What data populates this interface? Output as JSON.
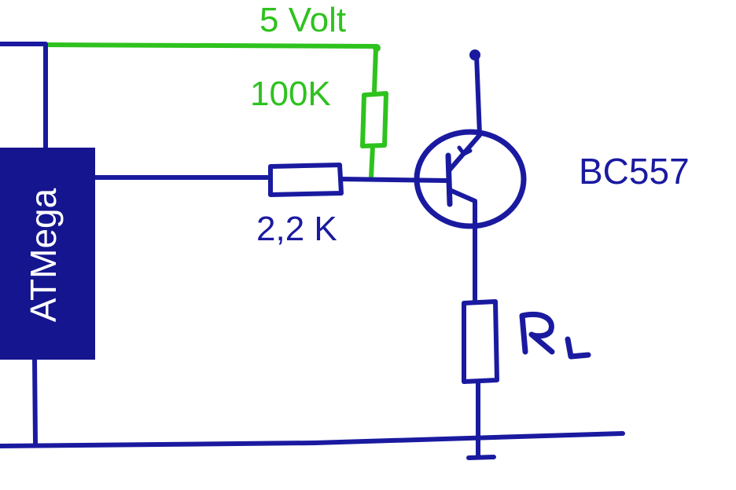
{
  "colors": {
    "navy": "#1a1aa0",
    "green": "#2ec21e",
    "chip_fill": "#15158f",
    "chip_text": "#ffffff",
    "background": "#ffffff"
  },
  "labels": {
    "supply": "5 Volt",
    "pullup_resistor": "100K",
    "base_resistor": "2,2 K",
    "transistor": "BC557",
    "mcu": "ATMega",
    "load": "R L"
  }
}
